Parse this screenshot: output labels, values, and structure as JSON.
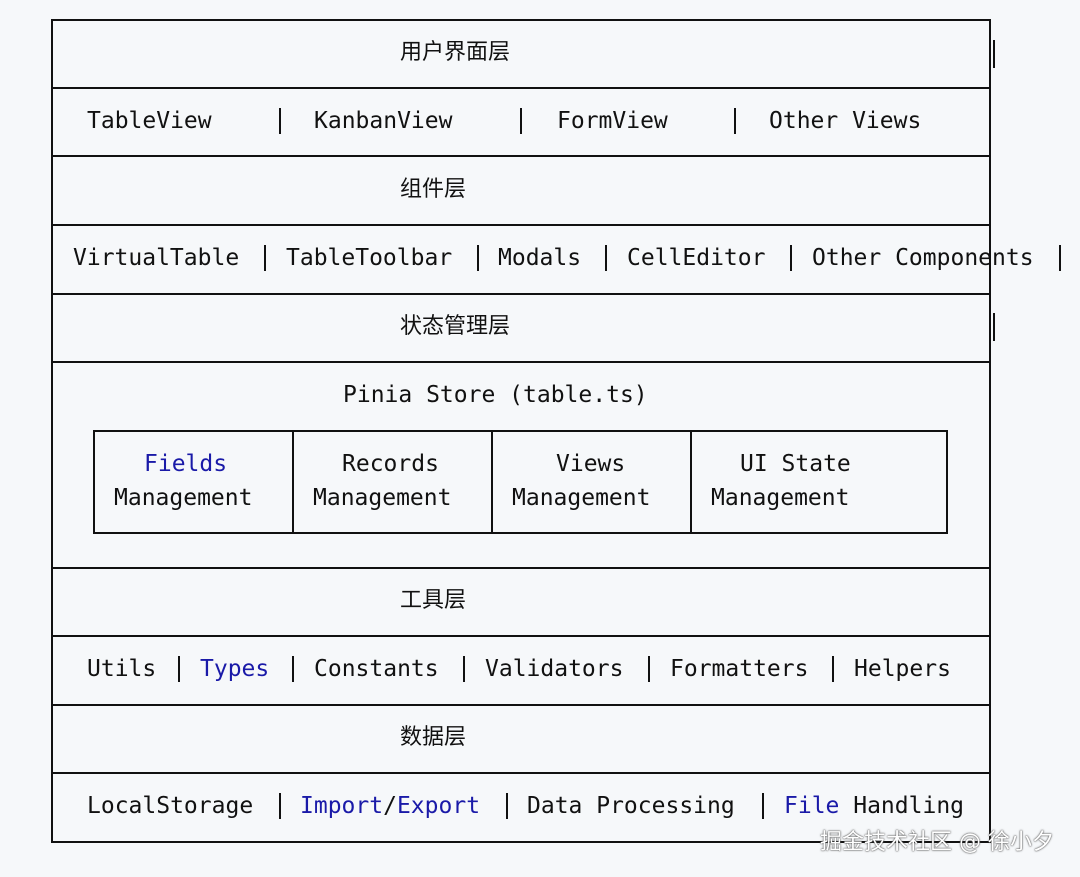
{
  "layers": {
    "ui": {
      "title": "用户界面层",
      "items": [
        "TableView",
        "KanbanView",
        "FormView",
        "Other Views"
      ]
    },
    "components": {
      "title": "组件层",
      "items": [
        "VirtualTable",
        "TableToolbar",
        "Modals",
        "CellEditor",
        "Other Components"
      ]
    },
    "state": {
      "title": "状态管理层",
      "store_label": "Pinia Store (table.ts)",
      "modules": [
        {
          "line1": "Fields",
          "line2": "Management"
        },
        {
          "line1": "Records",
          "line2": "Management"
        },
        {
          "line1": "Views",
          "line2": "Management"
        },
        {
          "line1": "UI State",
          "line2": "Management"
        }
      ]
    },
    "utils": {
      "title": "工具层",
      "items": [
        "Utils",
        "Types",
        "Constants",
        "Validators",
        "Formatters",
        "Helpers"
      ]
    },
    "data": {
      "title": "数据层",
      "items": {
        "local_storage": "LocalStorage",
        "import": "Import",
        "slash": "/",
        "export": "Export",
        "data_processing": "Data Processing",
        "file": "File",
        "handling": " Handling"
      }
    }
  },
  "watermark": "掘金技术社区 @ 徐小夕",
  "colors": {
    "highlight": "#1a1aa8",
    "line": "#111111",
    "background": "#f6f8fa"
  }
}
